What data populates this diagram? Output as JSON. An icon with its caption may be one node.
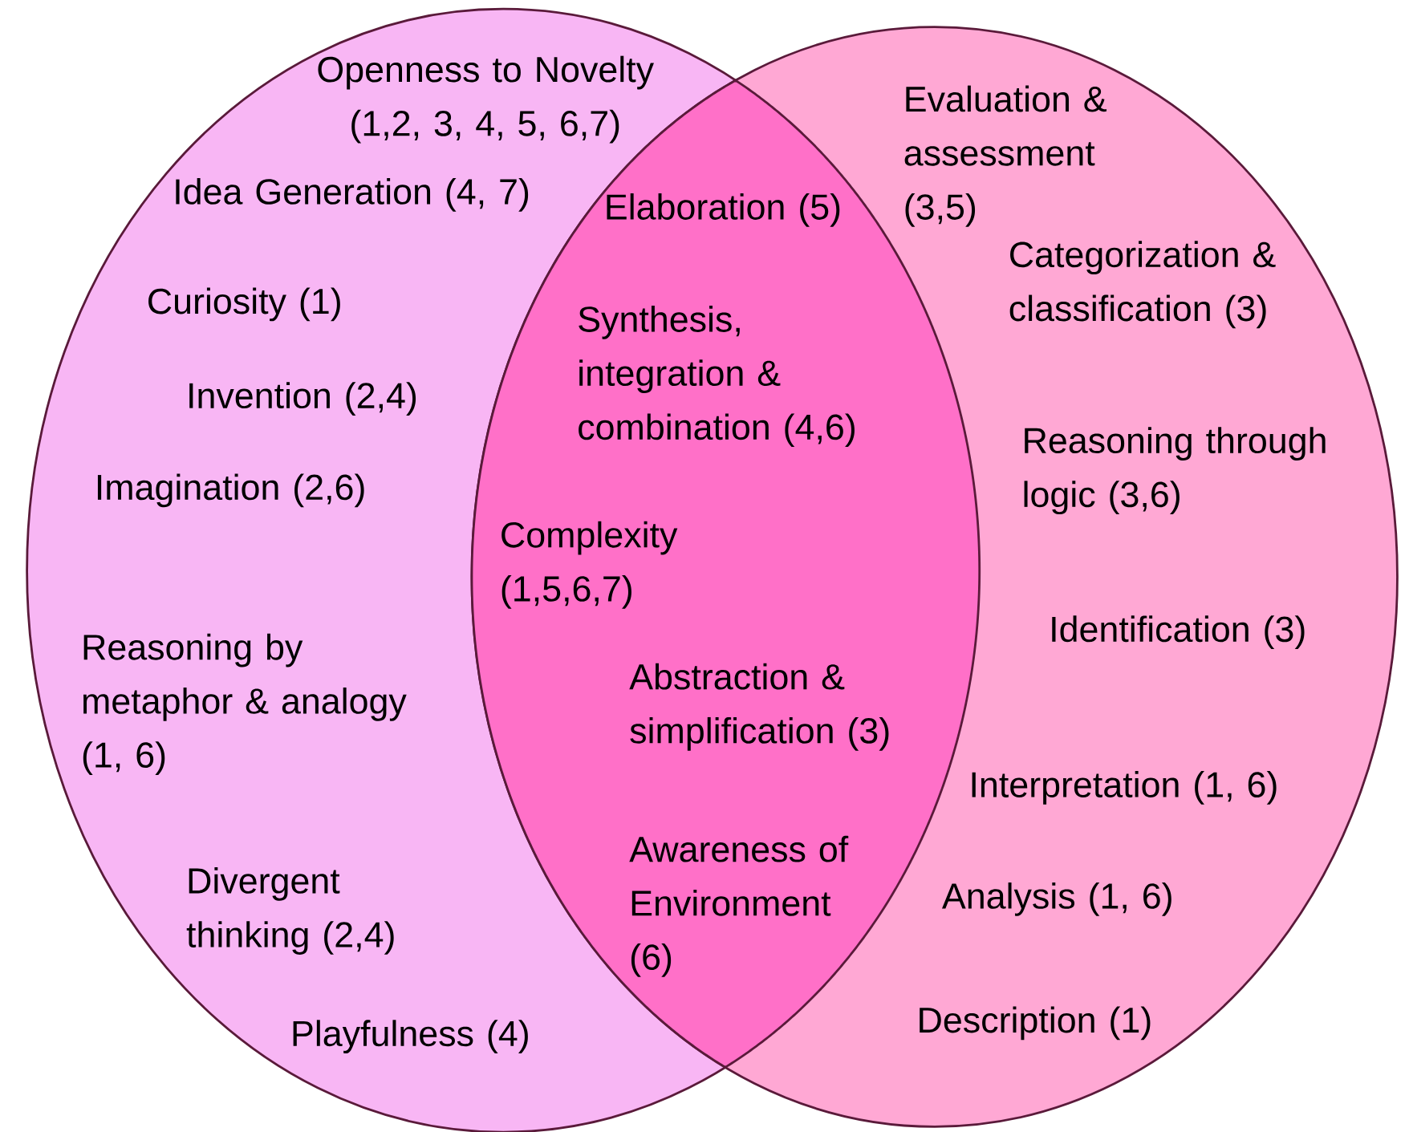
{
  "diagram": {
    "nodes": [
      {
        "text": [
          "Openness to Novelty (1,2, 3, 4, 5, 6,7)",
          "Idea Generation (4, 7)",
          "Curiosity (1)",
          "Invention (2,4)",
          "Imagination (2,6)",
          "Reasoning by metaphor & analogy (1, 6)",
          "Divergent thinking (2,4)",
          "Playfulness (4)"
        ]
      },
      {
        "text": [
          "Evaluation & assessment (3,5)",
          "Categorization & classification (3)",
          "Reasoning through logic (3,6)",
          "Identification (3)",
          "Interpretation (1, 6)",
          "Analysis (1, 6)",
          "Description (1)"
        ]
      },
      {
        "text": [
          "Elaboration (5)",
          "Synthesis, integration & combination (4,6)",
          "Complexity (1,5,6,7)",
          "Abstraction & simplification (3)",
          "Awareness of Environment (6)"
        ]
      }
    ]
  }
}
